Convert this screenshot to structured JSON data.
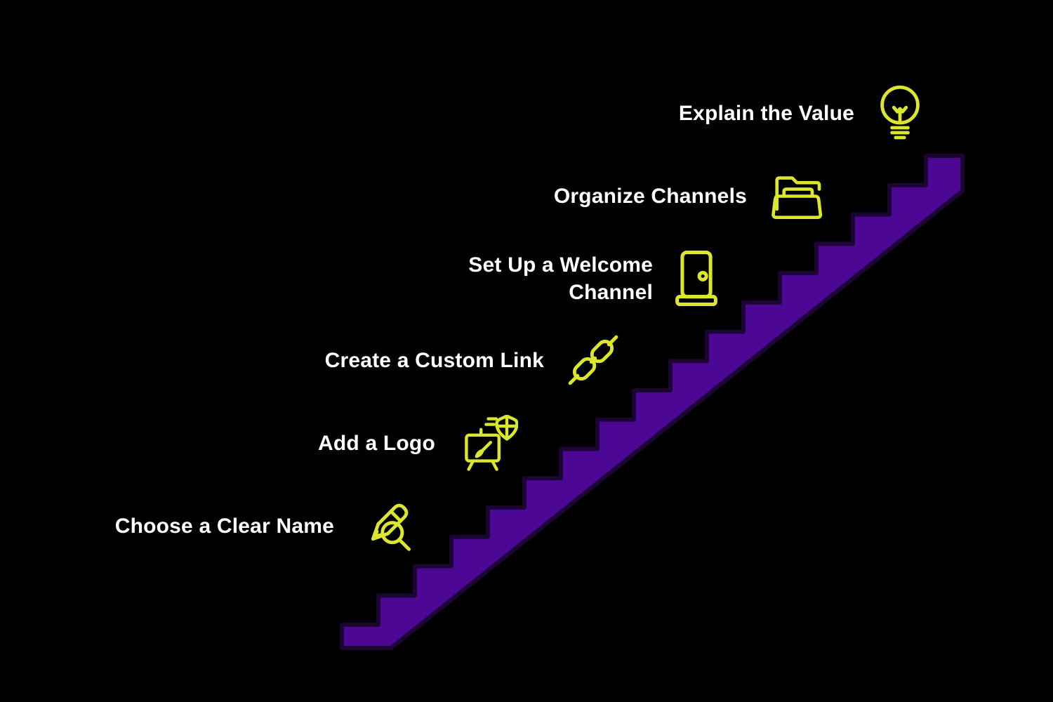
{
  "colors": {
    "background": "#000000",
    "stair_fill": "#4C0895",
    "stair_outline": "#1C0535",
    "icon": "#DCE72B",
    "text": "#FFFFFF"
  },
  "diagram": {
    "type": "staircase-infographic",
    "stair_direction": "ascending-left-to-right",
    "visible_step_count": 17
  },
  "steps": [
    {
      "label": "Choose a Clear Name",
      "icon": "pencil-search-icon"
    },
    {
      "label": "Add a Logo",
      "icon": "easel-shield-icon"
    },
    {
      "label": "Create a Custom Link",
      "icon": "chain-link-icon"
    },
    {
      "label": "Set Up a Welcome\nChannel",
      "icon": "door-icon"
    },
    {
      "label": "Organize Channels",
      "icon": "open-folder-icon"
    },
    {
      "label": "Explain the Value",
      "icon": "lightbulb-icon"
    }
  ]
}
